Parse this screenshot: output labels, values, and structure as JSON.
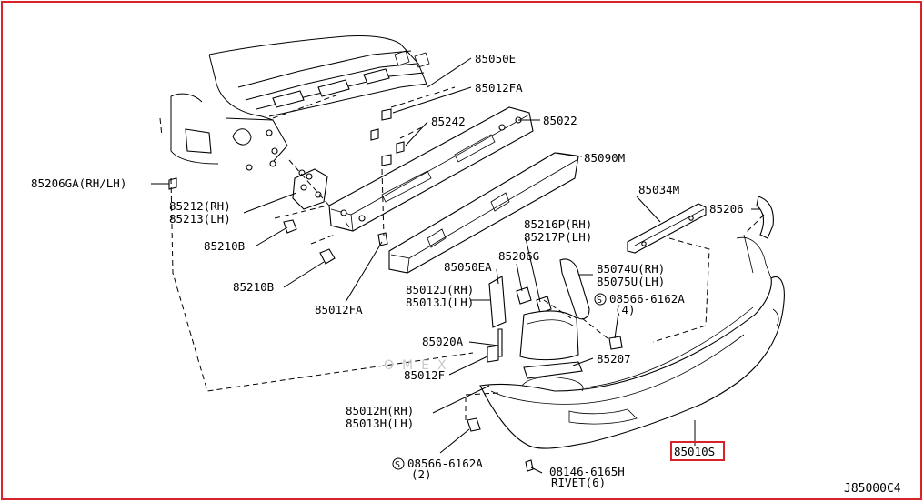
{
  "diagram_code": "J85000C4",
  "labels": {
    "p85050E": "85050E",
    "p85012FA_top": "85012FA",
    "p85242": "85242",
    "p85022": "85022",
    "p85090M": "85090M",
    "p85206GA": "85206GA(RH/LH)",
    "p85212": "85212(RH)",
    "p85213": "85213(LH)",
    "p85210B_a": "85210B",
    "p85210B_b": "85210B",
    "p85012FA_bottom": "85012FA",
    "p85034M": "85034M",
    "p85206": "85206",
    "p85216P": "85216P(RH)",
    "p85217P": "85217P(LH)",
    "p85206G": "85206G",
    "p85050EA": "85050EA",
    "p85074U": "85074U(RH)",
    "p85075U": "85075U(LH)",
    "p85012J": "85012J(RH)",
    "p85013J": "85013J(LH)",
    "p08566_right": "08566-6162A",
    "p08566_right_qty": "(4)",
    "p85020A": "85020A",
    "p85207": "85207",
    "p85012F": "85012F",
    "p85012H": "85012H(RH)",
    "p85013H": "85013H(LH)",
    "p08566_bottom": "08566-6162A",
    "p08566_bottom_qty": "(2)",
    "p08146": "08146-6165H",
    "p08146_sub": "RIVET(6)",
    "p85010S": "85010S",
    "s_symbol": "S"
  },
  "colors": {
    "frame": "#d9232a",
    "highlight": "#d9232a",
    "line": "#000000"
  },
  "watermark": "OMEX"
}
